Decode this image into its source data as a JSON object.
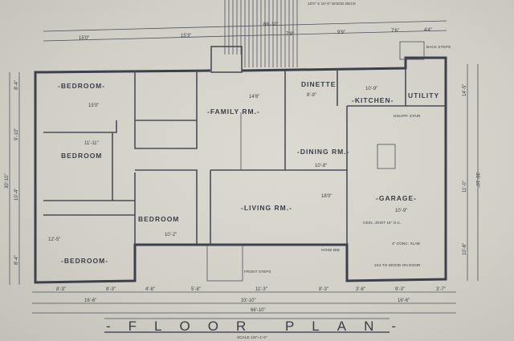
{
  "rooms": {
    "bedroom_nw": "-BEDROOM-",
    "family": "-FAMILY RM.-",
    "dinette": "DINETTE",
    "kitchen": "-KITCHEN-",
    "utility": "UTILITY",
    "bedroom_w": "BEDROOM",
    "dining": "-DINING RM.-",
    "garage": "-GARAGE-",
    "living": "-LIVING RM.-",
    "bedroom_c": "BEDROOM",
    "bedroom_sw": "-BEDROOM-"
  },
  "notes": {
    "deck": "10'0\" X 16'-0\" WOOD DECK",
    "slab": "4\" CONC. SLAB",
    "door": "2X4 TO WOOD ON DOOR",
    "joist": "CEIG. JOIST 16\" O.C.",
    "back_steps": "BACK STEPS",
    "front_steps": "FRONT STEPS",
    "hose_bib": "HOSE BIB",
    "storage": "DISAPP. STAIR"
  },
  "dims_top": [
    "15'0\"",
    "15'3\"",
    "7'9\"",
    "9'9\"",
    "7'6\"",
    "4'4\"",
    "66'-10\""
  ],
  "dims_inner": [
    "15'0\"",
    "14'6\"",
    "8'-9\"",
    "10'-9\"",
    "10'-8\"",
    "18'0\"",
    "10'-9\"",
    "11'-11\"",
    "12'-5\"",
    "10'-2\""
  ],
  "dims_side": [
    "8'-4\"",
    "9'-10\"",
    "10'-4\"",
    "8'-4\"",
    "30'-10\"",
    "14'-5\"",
    "11'-0\"",
    "10'-6\"",
    "35'-10\""
  ],
  "dims_bottom": [
    "8'-3\"",
    "8'-3\"",
    "4'-8\"",
    "5'-8\"",
    "11'-3\"",
    "8'-3\"",
    "3'-8\"",
    "9'-3\"",
    "3'-7\""
  ],
  "dims_bottom_sub": [
    "16'-6\"",
    "33'-10\"",
    "16'-6\""
  ],
  "dims_total": "66'-10\"",
  "title": "-FLOOR PLAN-",
  "scale": "SCALE 1/8\"=1'-0\""
}
